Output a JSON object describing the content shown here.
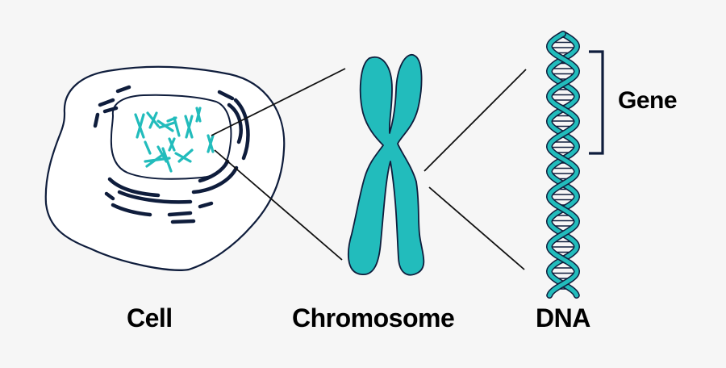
{
  "labels": {
    "cell": "Cell",
    "chromosome": "Chromosome",
    "dna": "DNA",
    "gene": "Gene"
  },
  "colors": {
    "background": "#f6f6f6",
    "teal": "#22bcbc",
    "outline": "#0f1d3c",
    "cell_fill": "#ffffff",
    "text": "#000000"
  },
  "icons": {
    "cell": "cell-icon",
    "chromosome": "chromosome-icon",
    "dna": "dna-double-helix-icon",
    "gene_bracket": "bracket-icon"
  }
}
